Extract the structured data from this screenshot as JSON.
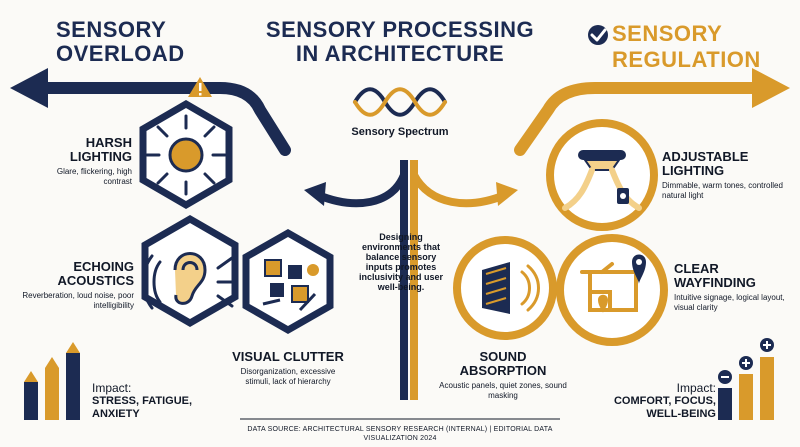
{
  "header": {
    "title_line1": "SENSORY PROCESSING",
    "title_line2": "IN ARCHITECTURE",
    "left_line1": "SENSORY",
    "left_line2": "OVERLOAD",
    "right_line1": "SENSORY",
    "right_line2": "REGULATION"
  },
  "spectrum_label": "Sensory Spectrum",
  "center_note": "Designing environments that balance sensory inputs promotes inclusivity and user well-being.",
  "overload": [
    {
      "title": "HARSH LIGHTING",
      "desc": "Glare, flickering, high contrast"
    },
    {
      "title": "ECHOING ACOUSTICS",
      "desc": "Reverberation, loud noise, poor intelligibility"
    },
    {
      "title": "VISUAL CLUTTER",
      "desc": "Disorganization, excessive stimuli, lack of hierarchy"
    }
  ],
  "regulation": [
    {
      "title": "ADJUSTABLE LIGHTING",
      "desc": "Dimmable, warm tones, controlled natural light"
    },
    {
      "title": "CLEAR WAYFINDING",
      "desc": "Intuitive signage, logical layout, visual clarity"
    },
    {
      "title": "SOUND ABSORPTION",
      "desc": "Acoustic panels, quiet zones, sound masking"
    }
  ],
  "impact_left": {
    "label": "Impact:",
    "value": "STRESS, FATIGUE, ANXIETY"
  },
  "impact_right": {
    "label": "Impact:",
    "value": "COMFORT, FOCUS, WELL-BEING"
  },
  "footer": "DATA SOURCE: ARCHITECTURAL SENSORY RESEARCH (INTERNAL) | EDITORIAL DATA VISUALIZATION 2024",
  "colors": {
    "navy": "#1c2b52",
    "gold": "#d99a2b",
    "light_gold": "#f3d08a",
    "ink": "#111827"
  },
  "icons": [
    "warning-icon",
    "check-circle-icon",
    "sun-icon",
    "ear-icon",
    "clutter-icon",
    "ceiling-light-icon",
    "map-pin-icon",
    "acoustic-panel-icon",
    "sine-wave-icon",
    "minus-icon",
    "plus-icon"
  ]
}
